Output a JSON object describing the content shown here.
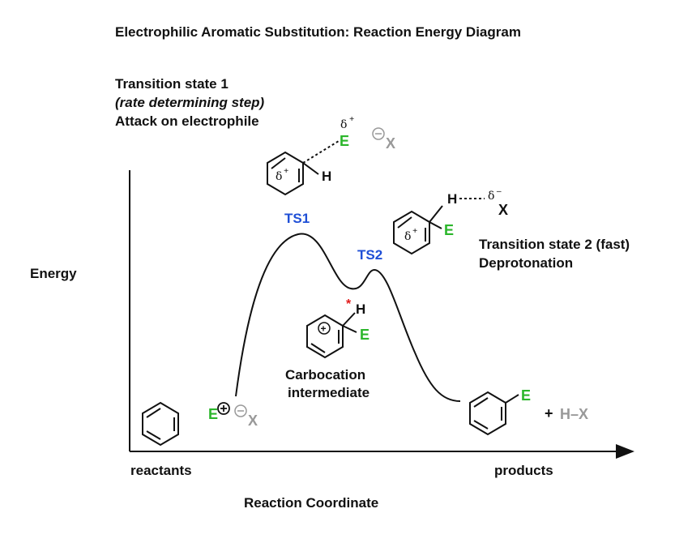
{
  "title": "Electrophilic Aromatic Substitution: Reaction Energy Diagram",
  "axes": {
    "y_label": "Energy",
    "x_label": "Reaction Coordinate",
    "x_start": "reactants",
    "x_end": "products"
  },
  "ts1": {
    "marker": "TS1",
    "heading_line1": "Transition state 1",
    "heading_line2": "(rate determining step)",
    "heading_line3": "Attack on electrophile",
    "electrophile": "E",
    "leaving_group": "X",
    "hydrogen": "H",
    "partial_charge": "δ+",
    "delta": "δ",
    "plus": "+"
  },
  "ts2": {
    "marker": "TS2",
    "heading_line1": "Transition state 2 (fast)",
    "heading_line2": "Deprotonation",
    "hydrogen": "H",
    "base": "X",
    "electrophile": "E",
    "delta": "δ",
    "minus": "–",
    "ring_delta": "δ",
    "ring_plus": "+"
  },
  "intermediate": {
    "line1": "Carbocation",
    "line2": "intermediate",
    "hydrogen": "H",
    "electrophile": "E",
    "star": "*",
    "charge": "+"
  },
  "reactants": {
    "electrophile": "E",
    "leaving_group": "X"
  },
  "products": {
    "electrophile": "E",
    "plus": "+",
    "byproduct": "H–X"
  },
  "colors": {
    "marker_blue": "#1f4fd6",
    "electrophile_green": "#2bb62b",
    "leaving_group_grey": "#999999",
    "star_red": "#e11b1b",
    "ink": "#111111"
  }
}
